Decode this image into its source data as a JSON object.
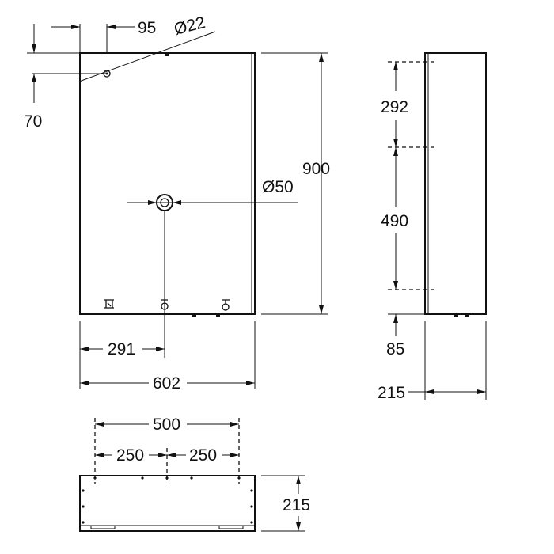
{
  "front_view": {
    "dim_top_offset": "95",
    "dim_small_hole": "Ø22",
    "dim_left_offset": "70",
    "dim_height": "900",
    "dim_large_hole": "Ø50",
    "dim_center": "291",
    "dim_width": "602"
  },
  "side_view": {
    "dim_upper": "292",
    "dim_middle": "490",
    "dim_bottom": "85",
    "dim_depth": "215"
  },
  "bottom_view": {
    "dim_total": "500",
    "dim_left_half": "250",
    "dim_right_half": "250",
    "dim_depth": "215"
  }
}
